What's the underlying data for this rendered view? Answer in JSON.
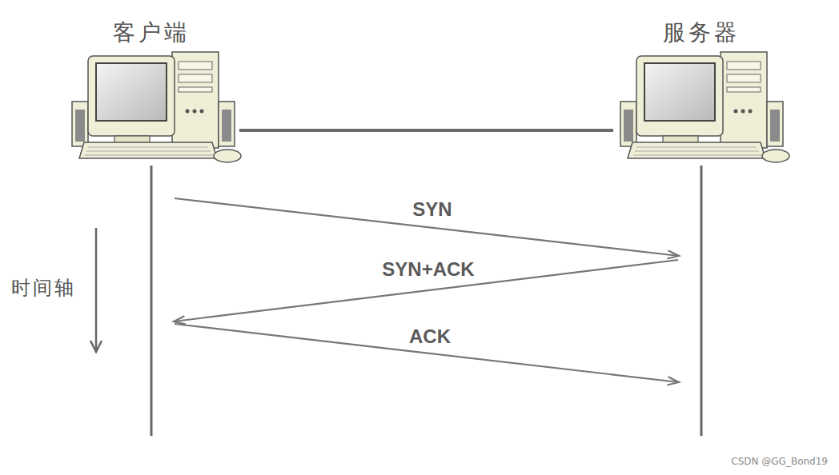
{
  "diagram": {
    "nodes": [
      {
        "text": [
          "客户端"
        ]
      },
      {
        "text": [
          "服务器"
        ]
      }
    ],
    "edges": [
      {
        "from": 0,
        "to": 1,
        "arrow": "none"
      },
      {
        "from": 0,
        "to": 1,
        "label": "SYN",
        "arrow": "to"
      },
      {
        "from": 1,
        "to": 0,
        "label": "SYN+ACK",
        "arrow": "to"
      },
      {
        "from": 0,
        "to": 1,
        "label": "ACK",
        "arrow": "to"
      }
    ],
    "labels": [
      "时间轴",
      "CSDN @GG_Bond19"
    ]
  }
}
